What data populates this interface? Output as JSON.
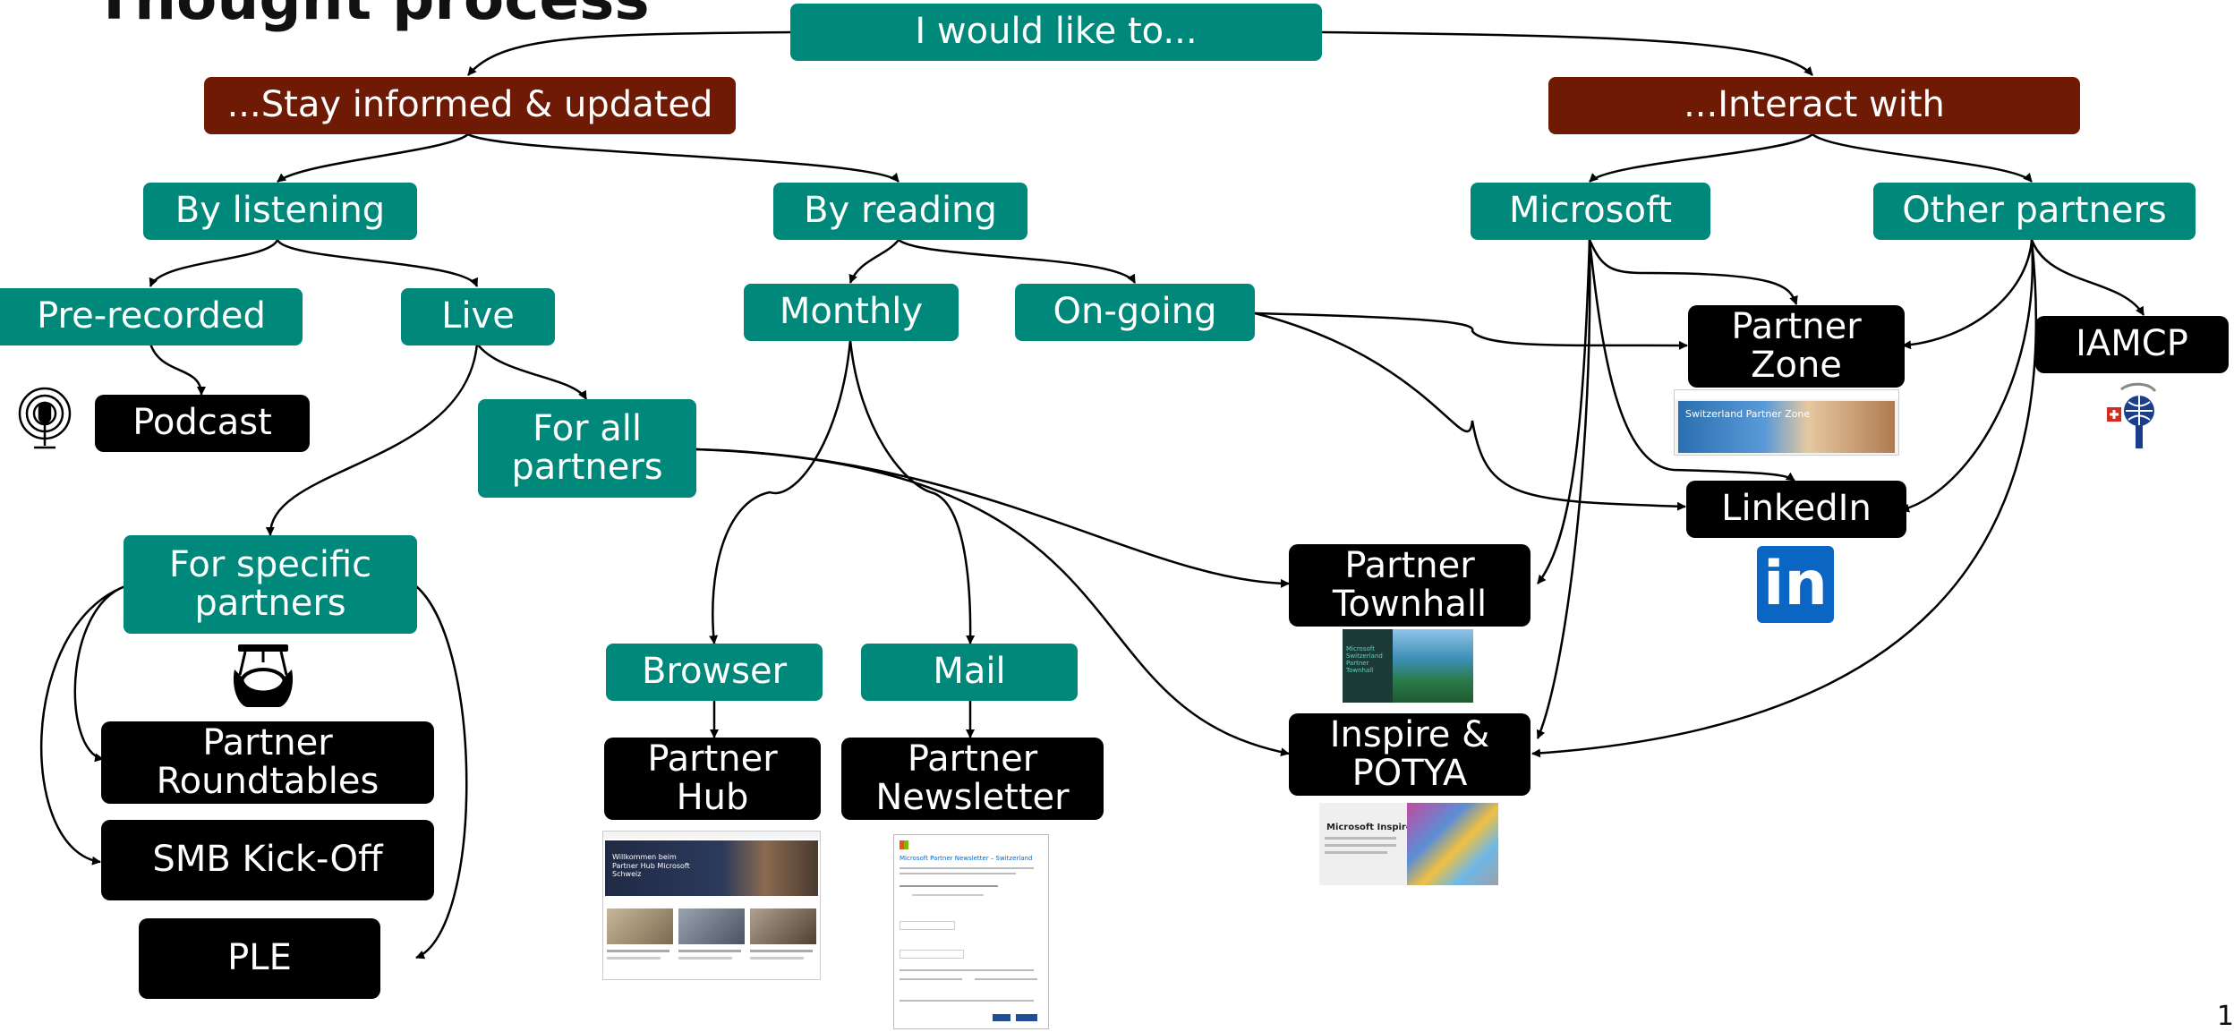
{
  "title": "Thought process",
  "page_number": "1",
  "root": "I would like to...",
  "branches": {
    "stay": "...Stay informed & updated",
    "interact": "...Interact with"
  },
  "modes": {
    "listening": "By listening",
    "reading": "By reading",
    "microsoft": "Microsoft",
    "other_partners": "Other partners"
  },
  "sub": {
    "prerecorded": "Pre-recorded",
    "live": "Live",
    "monthly": "Monthly",
    "ongoing": "On-going",
    "for_all": [
      "For all",
      "partners"
    ],
    "for_specific": [
      "For specific",
      "partners"
    ],
    "browser": "Browser",
    "mail": "Mail"
  },
  "outputs": {
    "podcast": "Podcast",
    "roundtables": [
      "Partner",
      "Roundtables"
    ],
    "smb": "SMB Kick-Off",
    "ple": "PLE",
    "hub": [
      "Partner",
      "Hub"
    ],
    "newsletter": [
      "Partner",
      "Newsletter"
    ],
    "townhall": [
      "Partner",
      "Townhall"
    ],
    "inspire": [
      "Inspire &",
      "POTYA"
    ],
    "partner_zone": [
      "Partner",
      "Zone"
    ],
    "linkedin": "LinkedIn",
    "iamcp": "IAMCP"
  },
  "thumbnails": {
    "partner_zone_banner": "Switzerland Partner Zone",
    "hub_heading": [
      "Willkommen beim",
      "Partner Hub Microsoft",
      "Schweiz"
    ],
    "newsletter_heading": "Microsoft Partner Newsletter – Switzerland",
    "townhall_text": [
      "Microsoft",
      "Switzerland",
      "Partner Townhall"
    ],
    "inspire_text": "Microsoft Inspire",
    "linkedin_logo": "in"
  },
  "colors": {
    "teal": "#00887a",
    "brown": "#6e1a05",
    "black": "#000000",
    "linkedin_blue": "#0a66c2"
  },
  "icons": [
    "podcast-microphone-icon",
    "roundtable-icon",
    "linkedin-logo-icon",
    "iamcp-globe-logo-icon"
  ]
}
